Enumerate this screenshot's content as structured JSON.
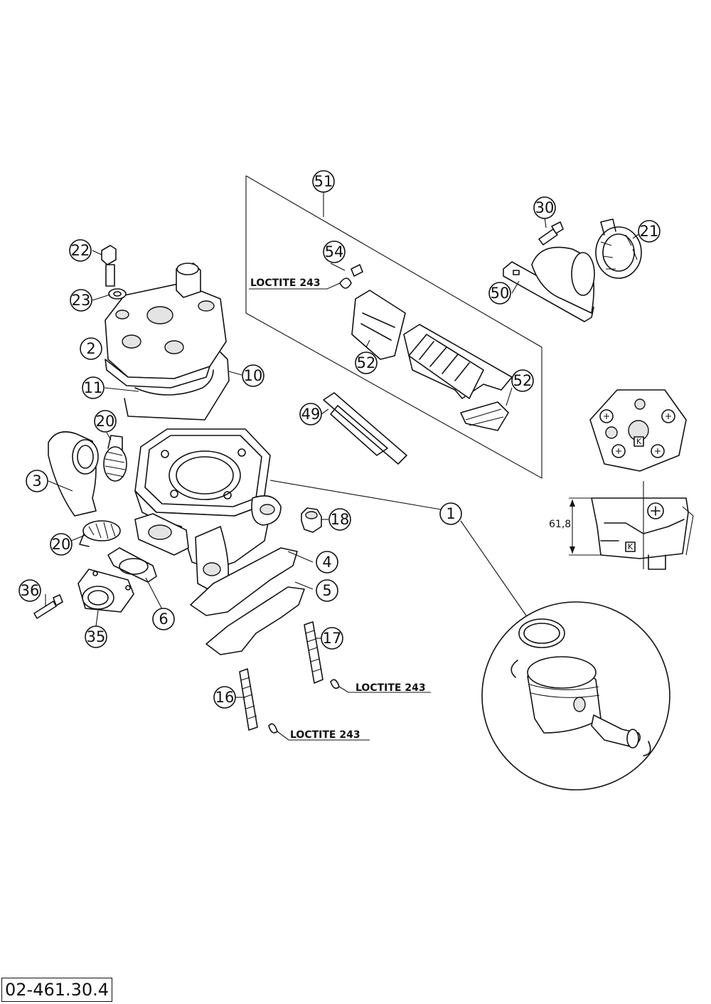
{
  "callouts": {
    "c1": "1",
    "c2": "2",
    "c3": "3",
    "c4": "4",
    "c5": "5",
    "c6": "6",
    "c10": "10",
    "c11": "11",
    "c16": "16",
    "c17": "17",
    "c18": "18",
    "c20a": "20",
    "c20b": "20",
    "c21": "21",
    "c22": "22",
    "c23": "23",
    "c30": "30",
    "c35": "35",
    "c36": "36",
    "c49": "49",
    "c50": "50",
    "c51": "51",
    "c52a": "52",
    "c52b": "52",
    "c54": "54"
  },
  "notes": {
    "loctite_reed": "LOCTITE 243",
    "loctite_17": "LOCTITE 243",
    "loctite_16": "LOCTITE 243"
  },
  "detail": {
    "dimension": "61,8",
    "mark_top": "K",
    "mark_side": "K"
  },
  "drawing_number": "02-461.30.4"
}
